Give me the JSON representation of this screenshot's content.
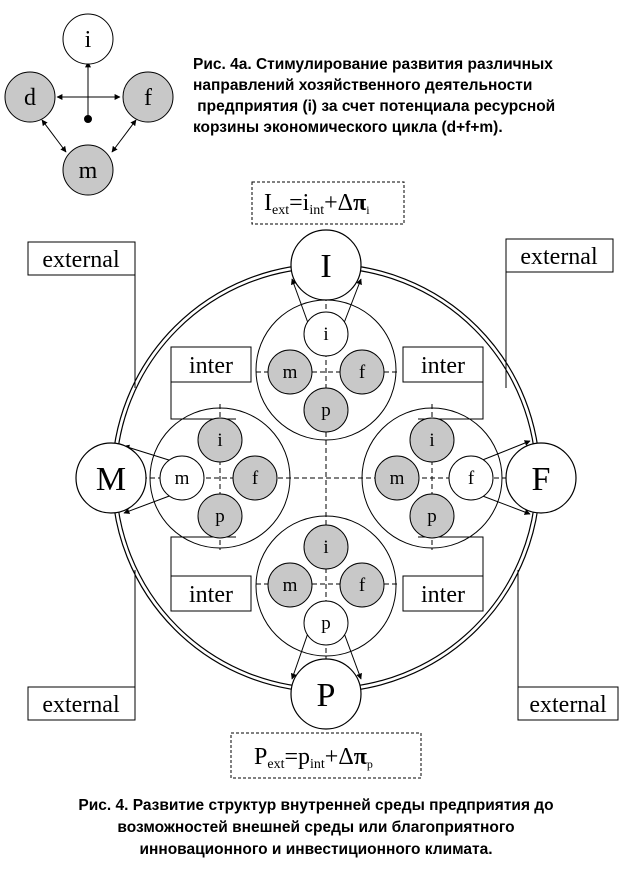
{
  "mini_diagram": {
    "nodes": [
      "i",
      "d",
      "f",
      "m"
    ]
  },
  "caption_4a": [
    "Рис. 4а. Стимулирование развития различных",
    "направлений хозяйственного деятельности",
    " предприятия (i) за счет потенциала ресурсной",
    "корзины экономического цикла (d+f+m)."
  ],
  "formula_top": {
    "a": "I",
    "a_sub": "ext",
    "eq": "=i",
    "b_sub": "int",
    "plus": "+Δ",
    "pi": "π",
    "pi_sub": "i"
  },
  "formula_bottom": {
    "a": "P",
    "a_sub": "ext",
    "eq": "=p",
    "b_sub": "int",
    "plus": "+Δ",
    "pi": "π",
    "pi_sub": "p"
  },
  "outer_nodes": {
    "top": "I",
    "left": "M",
    "right": "F",
    "bottom": "P"
  },
  "labels": {
    "external": "external",
    "inter": "inter"
  },
  "clusters": {
    "top": {
      "inner": "i",
      "left": "m",
      "right": "f",
      "bottom": "p"
    },
    "left": {
      "inner": "m",
      "top": "i",
      "right": "f",
      "bottom": "p"
    },
    "right": {
      "inner": "f",
      "top": "i",
      "left": "m",
      "bottom": "p"
    },
    "bottom": {
      "inner": "p",
      "top": "i",
      "left": "m",
      "right": "f"
    }
  },
  "caption_4": [
    "Рис. 4. Развитие структур внутренней среды предприятия до",
    "возможностей внешней среды или благоприятного",
    "инновационного и инвестиционного климата."
  ]
}
